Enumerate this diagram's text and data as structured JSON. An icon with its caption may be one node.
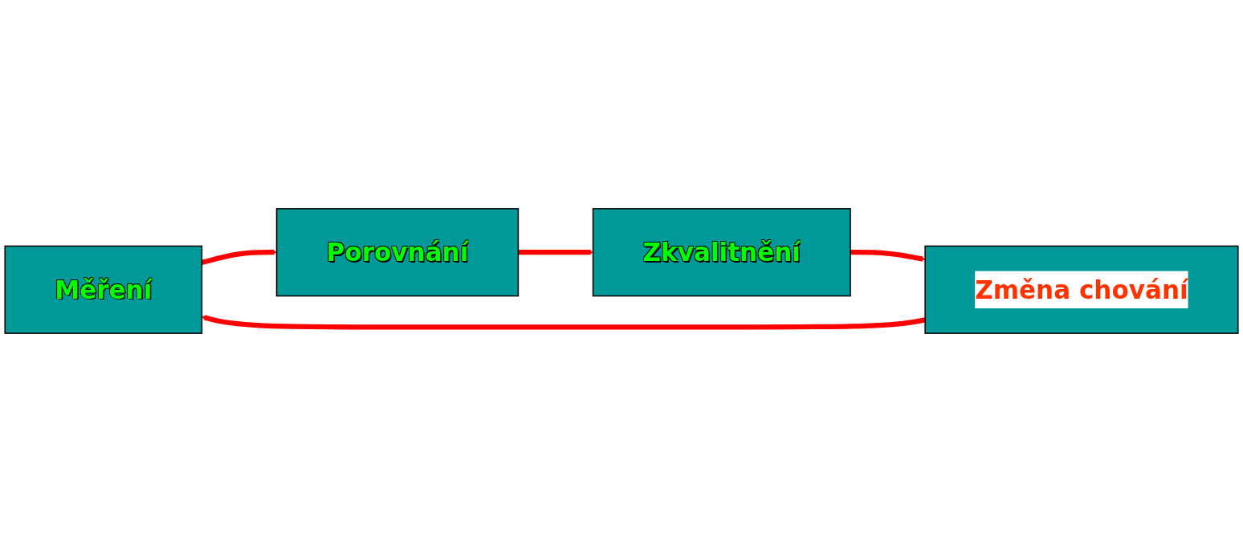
{
  "diagram": {
    "nodes": [
      {
        "text": [
          "Měření"
        ]
      },
      {
        "text": [
          "Porovnání"
        ]
      },
      {
        "text": [
          "Zkvalitnění"
        ]
      },
      {
        "text": [
          "Změna chování"
        ]
      }
    ],
    "edges": [
      {
        "from": 0,
        "to": 1,
        "arrow": "to"
      },
      {
        "from": 1,
        "to": 2,
        "arrow": "to"
      },
      {
        "from": 2,
        "to": 3,
        "arrow": "to"
      },
      {
        "from": 3,
        "to": 0,
        "arrow": "to"
      }
    ]
  }
}
